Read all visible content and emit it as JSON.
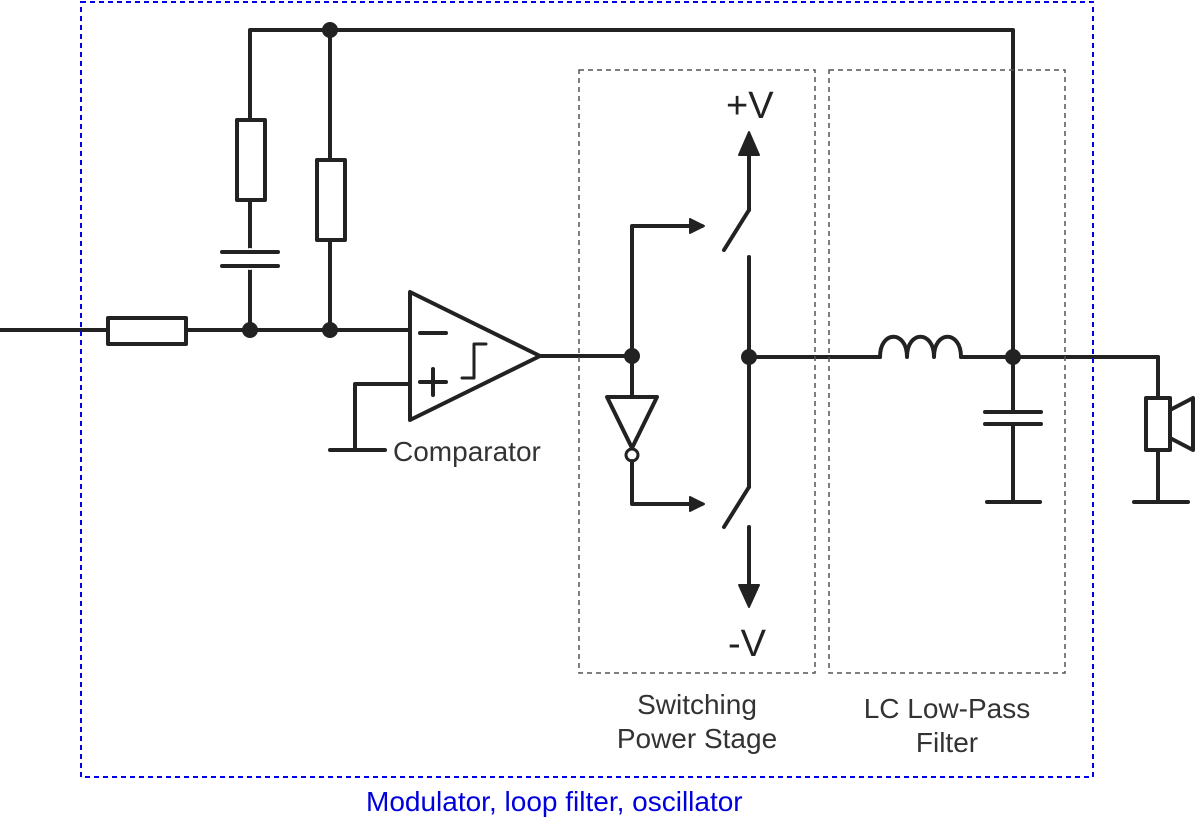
{
  "labels": {
    "comparator": "Comparator",
    "switching_stage": [
      "Switching",
      "Power Stage"
    ],
    "lc_filter": [
      "LC Low-Pass",
      "Filter"
    ],
    "plus_v": "+V",
    "minus_v": "-V",
    "outer_block": "Modulator, loop filter, oscillator"
  },
  "colors": {
    "wire": "#222222",
    "inner_box": "#555555",
    "outer_box": "#0000ee",
    "outer_label": "#0000dd"
  }
}
